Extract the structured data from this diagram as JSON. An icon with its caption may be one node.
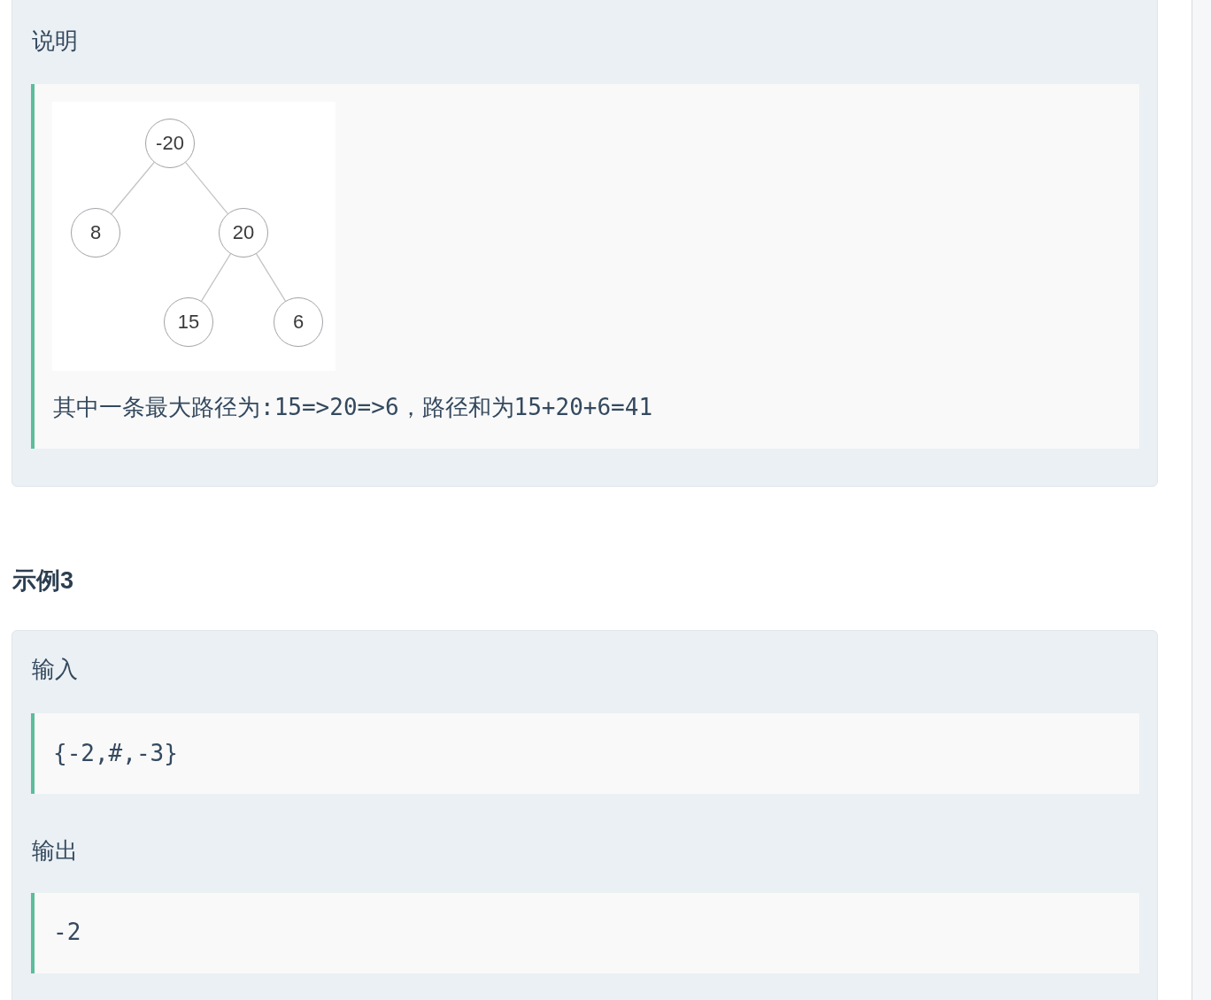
{
  "diagram": {
    "nodes": [
      {
        "text": [
          "-20"
        ]
      },
      {
        "text": [
          "8"
        ]
      },
      {
        "text": [
          "20"
        ]
      },
      {
        "text": [
          "15"
        ]
      },
      {
        "text": [
          "6"
        ]
      }
    ],
    "edges": [
      {
        "from": 0,
        "to": 1,
        "arrow": "none"
      },
      {
        "from": 0,
        "to": 2,
        "arrow": "none"
      },
      {
        "from": 2,
        "to": 3,
        "arrow": "none"
      },
      {
        "from": 2,
        "to": 4,
        "arrow": "none"
      }
    ],
    "labels": [
      "说明",
      "其中一条最大路径为:15=>20=>6，路径和为15+20+6=41",
      "示例3",
      "输入",
      "{-2,#,-3}",
      "输出",
      "-2"
    ]
  }
}
